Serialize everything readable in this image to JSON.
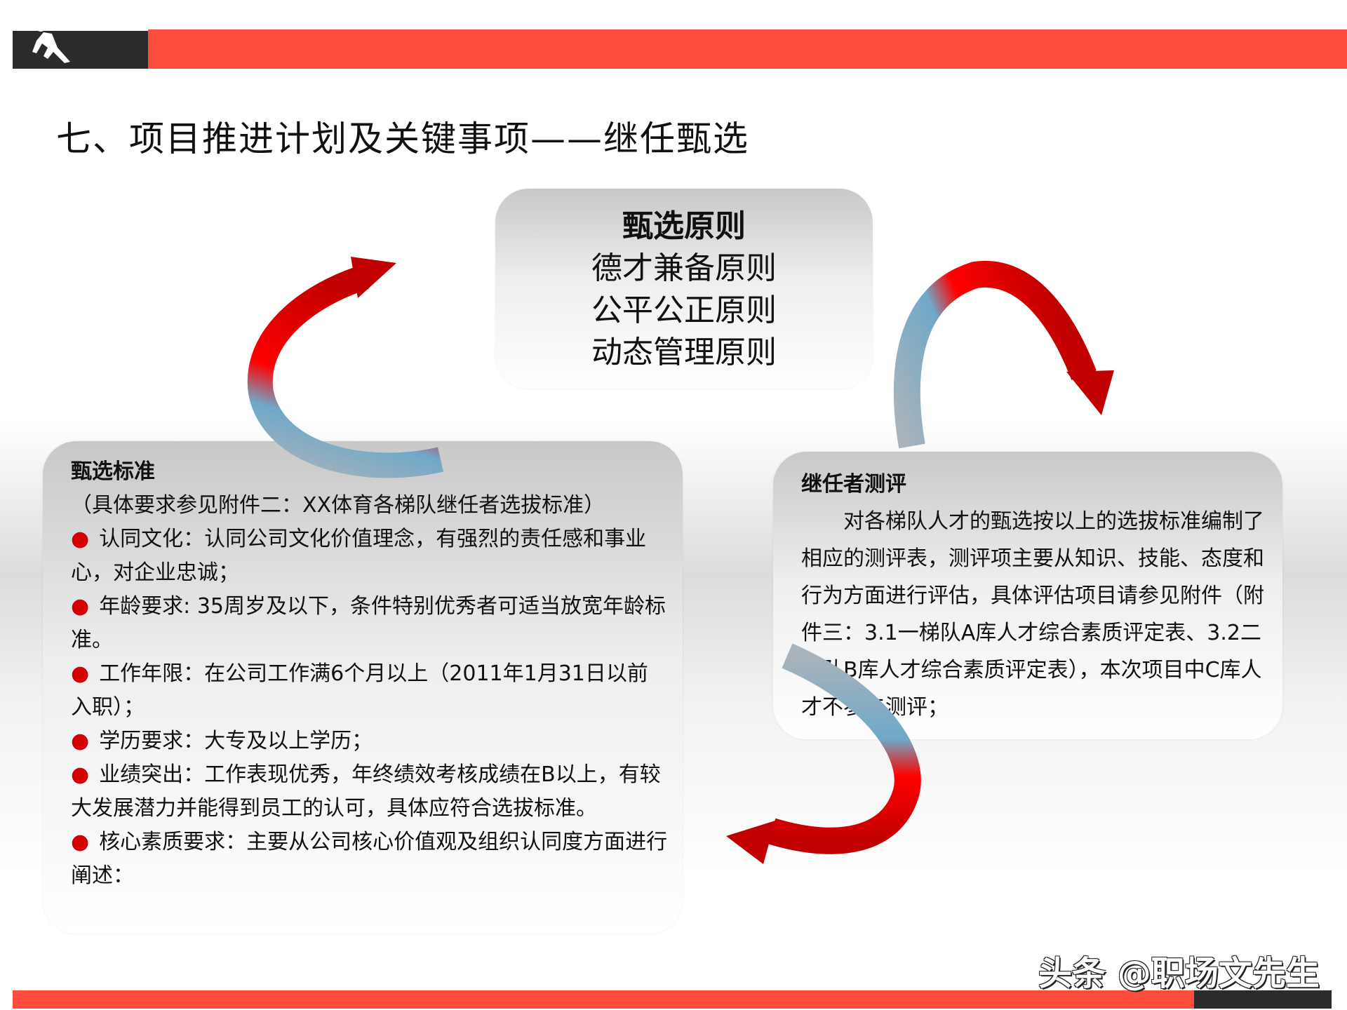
{
  "title": "七、项目推进计划及关键事项——继任甄选",
  "principles": {
    "heading": "甄选原则",
    "items": [
      "德才兼备原则",
      "公平公正原则",
      "动态管理原则"
    ]
  },
  "standards": {
    "heading": "甄选标准",
    "note": "（具体要求参见附件二：XX体育各梯队继任者选拔标准）",
    "items": [
      "认同文化：认同公司文化价值理念，有强烈的责任感和事业心，对企业忠诚；",
      "年龄要求: 35周岁及以下，条件特别优秀者可适当放宽年龄标准。",
      "工作年限：在公司工作满6个月以上（2011年1月31日以前入职）；",
      "学历要求：大专及以上学历；",
      "业绩突出：工作表现优秀，年终绩效考核成绩在B以上，有较大发展潜力并能得到员工的认可，具体应符合选拔标准。",
      "核心素质要求：主要从公司核心价值观及组织认同度方面进行阐述："
    ],
    "bullet": "●"
  },
  "assessment": {
    "heading": "继任者测评",
    "body": "对各梯队人才的甄选按以上的选拔标准编制了相应的测评表，测评项主要从知识、技能、态度和行为方面进行评估，具体评估项目请参见附件（附件三：3.1一梯队A库人才综合素质评定表、3.2二梯队B库人才综合素质评定表），本次项目中C库人才不参与测评；"
  },
  "watermark": "头条 @职场文先生",
  "colors": {
    "accent_red": "#fe4d3c",
    "dark": "#2b2b2b",
    "arrow_red": "#c00000",
    "arrow_blue": "#6fa8c8"
  }
}
